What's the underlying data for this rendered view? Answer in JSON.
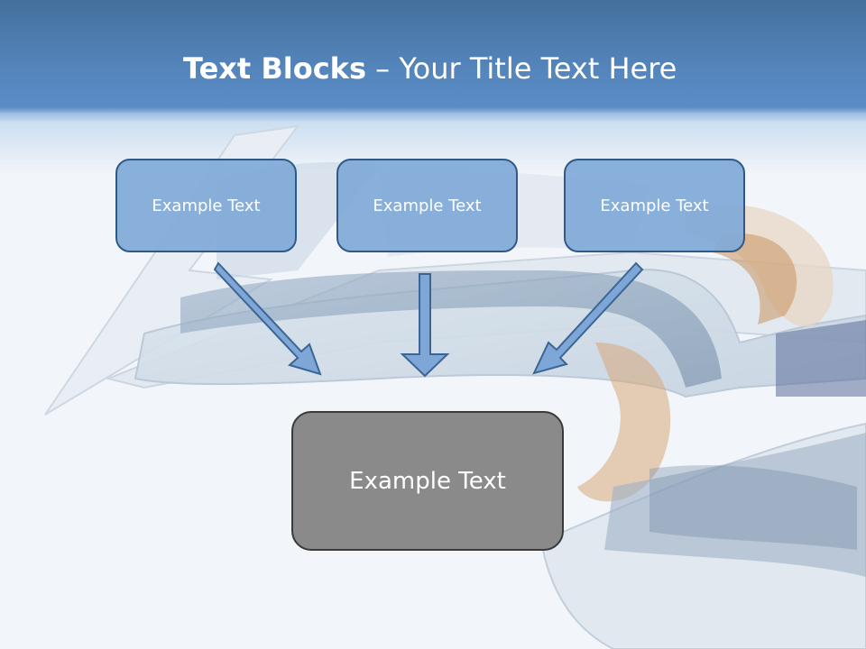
{
  "title": {
    "bold": "Text Blocks",
    "rest": " – Your Title Text Here"
  },
  "blocks": [
    "Example Text",
    "Example Text",
    "Example Text"
  ],
  "target": "Example Text",
  "colors": {
    "header": "#5586bd",
    "block_fill": "#80aad7",
    "block_border": "#2f5a88",
    "target_fill": "#8a8a8a",
    "arrow_fill": "#7ea6d6"
  }
}
